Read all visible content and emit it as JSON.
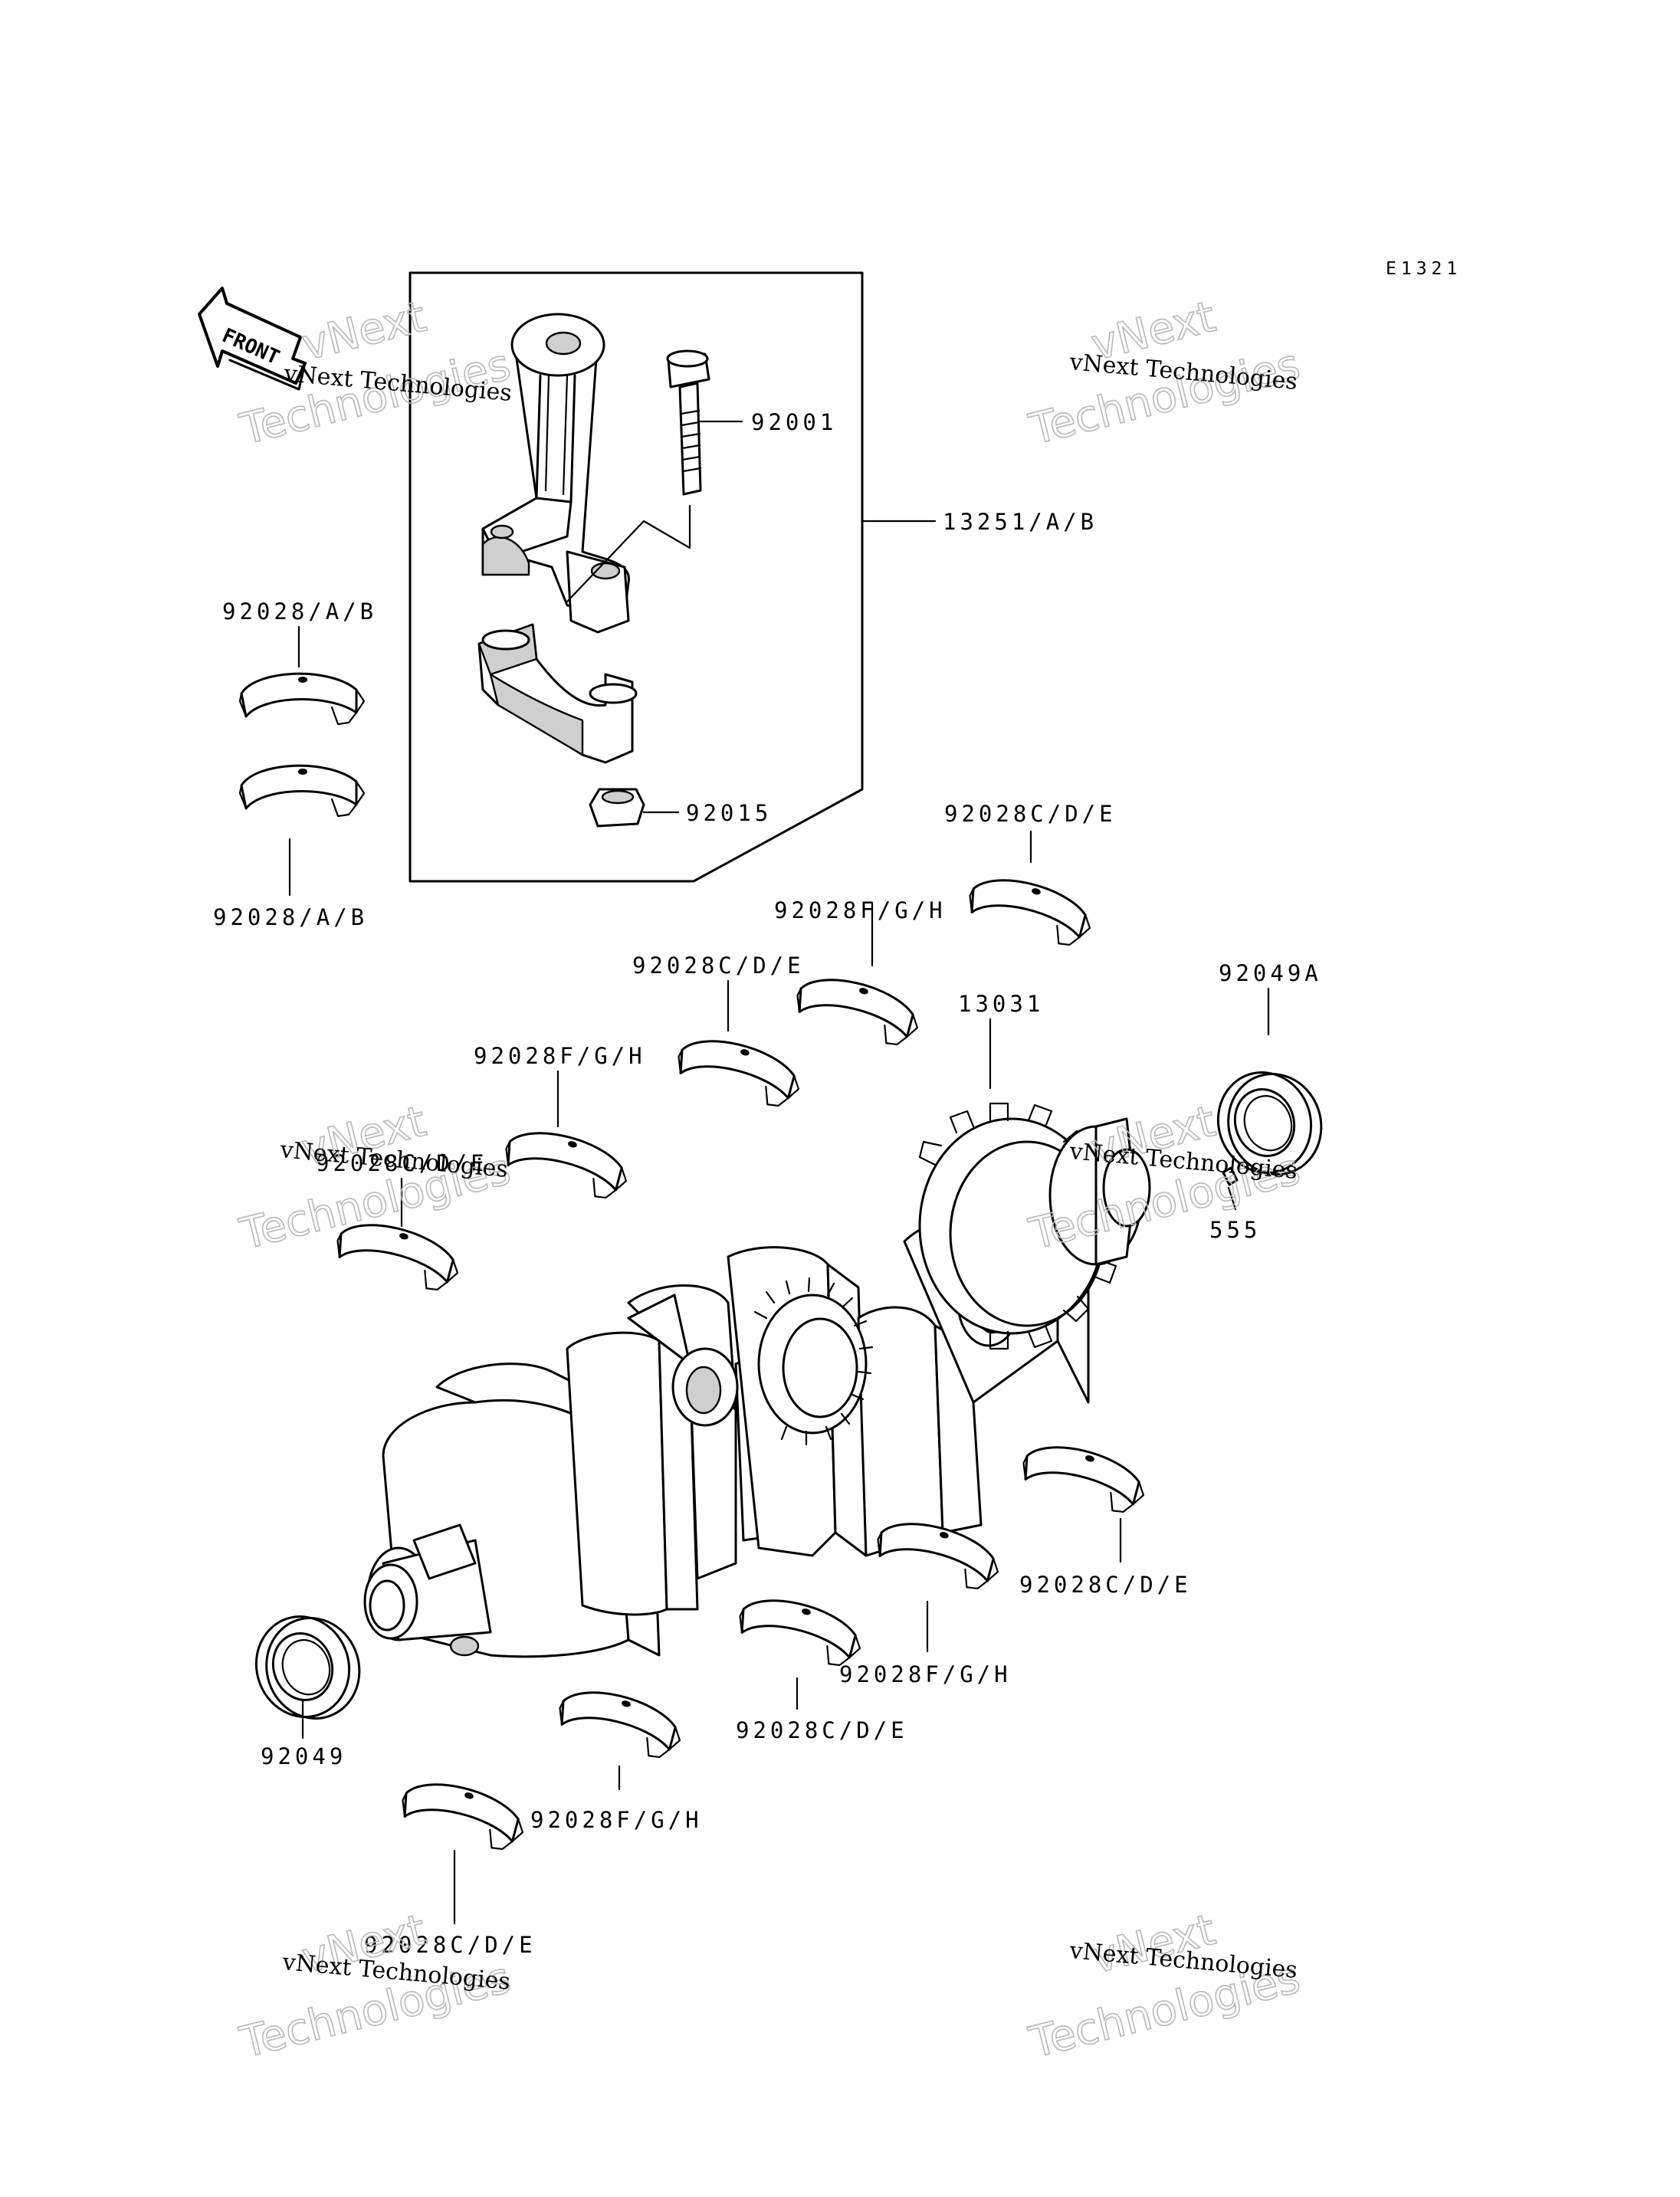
{
  "diagram_code": "E1321",
  "front_label": "FRONT",
  "watermark": {
    "small": "vNext Technologies",
    "big_1": "vNext",
    "big_2": "Technologies"
  },
  "labels": {
    "p92001": "92001",
    "p13251": "13251/A/B",
    "p92015": "92015",
    "p92028ab_top": "92028/A/B",
    "p92028ab_bottom": "92028/A/B",
    "p92028cde_1": "92028C/D/E",
    "p92028fgh_1": "92028F/G/H",
    "p92028cde_2": "92028C/D/E",
    "p13031": "13031",
    "p92049a": "92049A",
    "p92028fgh_2": "92028F/G/H",
    "p92028cde_3": "92028C/D/E",
    "p555": "555",
    "p92028cde_4": "92028C/D/E",
    "p92028fgh_3": "92028F/G/H",
    "p92028cde_5": "92028C/D/E",
    "p92049": "92049",
    "p92028fgh_4": "92028F/G/H",
    "p92028cde_6": "92028C/D/E"
  }
}
